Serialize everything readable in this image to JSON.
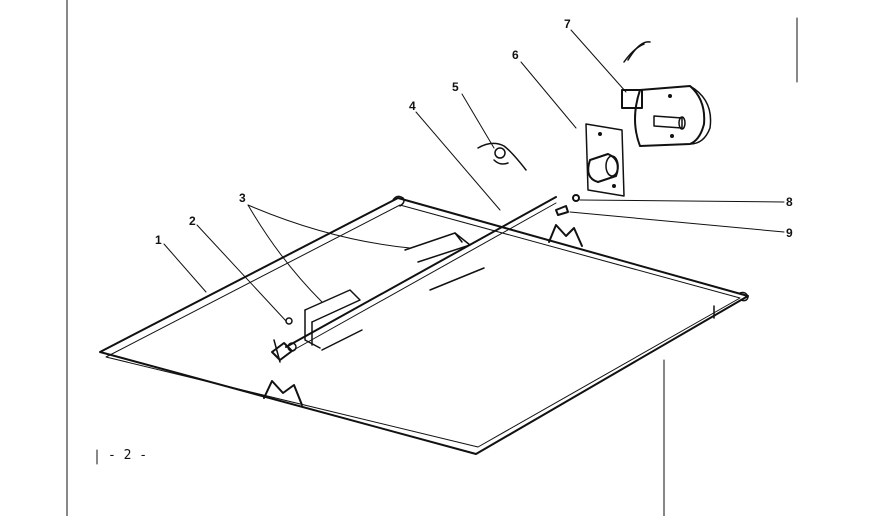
{
  "callouts": [
    {
      "id": "1",
      "label": "1"
    },
    {
      "id": "2",
      "label": "2"
    },
    {
      "id": "3",
      "label": "3"
    },
    {
      "id": "4",
      "label": "4"
    },
    {
      "id": "5",
      "label": "5"
    },
    {
      "id": "6",
      "label": "6"
    },
    {
      "id": "7",
      "label": "7"
    },
    {
      "id": "8",
      "label": "8"
    },
    {
      "id": "9",
      "label": "9"
    }
  ],
  "page_number": "- 2 -"
}
